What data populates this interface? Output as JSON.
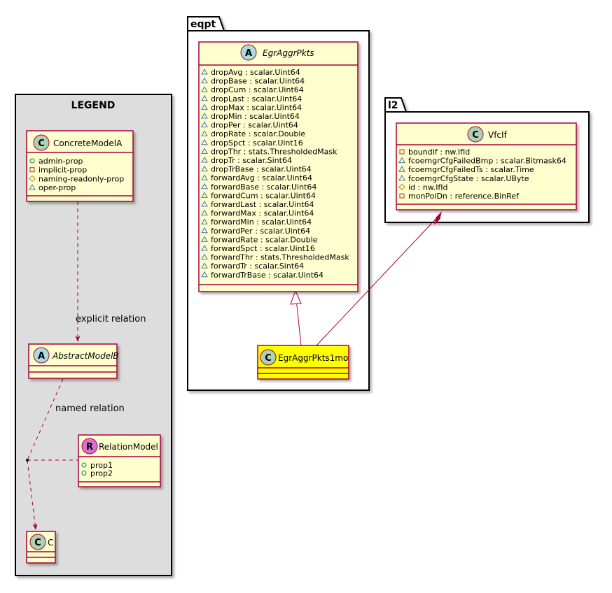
{
  "legend": {
    "title": "LEGEND",
    "concrete": {
      "stereo": "C",
      "name": "ConcreteModelA",
      "attrs": [
        {
          "vis": "public",
          "text": "admin-prop"
        },
        {
          "vis": "private",
          "text": "implicit-prop"
        },
        {
          "vis": "protected",
          "text": "naming-readonly-prop"
        },
        {
          "vis": "package",
          "text": "oper-prop"
        }
      ]
    },
    "explicit_label": "explicit relation",
    "abstract": {
      "stereo": "A",
      "name": "AbstractModelB"
    },
    "named_label": "named relation",
    "relation": {
      "stereo": "R",
      "name": "RelationModel",
      "attrs": [
        {
          "vis": "public",
          "text": "prop1"
        },
        {
          "vis": "public",
          "text": "prop2"
        }
      ]
    },
    "c": {
      "stereo": "C",
      "name": "C"
    }
  },
  "eqpt": {
    "title": "eqpt",
    "egr": {
      "stereo": "A",
      "name": "EgrAggrPkts",
      "attrs": [
        {
          "vis": "package",
          "text": "dropAvg : scalar.Uint64"
        },
        {
          "vis": "package",
          "text": "dropBase : scalar.Uint64"
        },
        {
          "vis": "package",
          "text": "dropCum : scalar.Uint64"
        },
        {
          "vis": "package",
          "text": "dropLast : scalar.Uint64"
        },
        {
          "vis": "package",
          "text": "dropMax : scalar.Uint64"
        },
        {
          "vis": "package",
          "text": "dropMin : scalar.Uint64"
        },
        {
          "vis": "package",
          "text": "dropPer : scalar.Uint64"
        },
        {
          "vis": "package",
          "text": "dropRate : scalar.Double"
        },
        {
          "vis": "package",
          "text": "dropSpct : scalar.Uint16"
        },
        {
          "vis": "package",
          "text": "dropThr : stats.ThresholdedMask"
        },
        {
          "vis": "package",
          "text": "dropTr : scalar.Sint64"
        },
        {
          "vis": "package",
          "text": "dropTrBase : scalar.Uint64"
        },
        {
          "vis": "package",
          "text": "forwardAvg : scalar.Uint64"
        },
        {
          "vis": "package",
          "text": "forwardBase : scalar.Uint64"
        },
        {
          "vis": "package",
          "text": "forwardCum : scalar.Uint64"
        },
        {
          "vis": "package",
          "text": "forwardLast : scalar.Uint64"
        },
        {
          "vis": "package",
          "text": "forwardMax : scalar.Uint64"
        },
        {
          "vis": "package",
          "text": "forwardMin : scalar.Uint64"
        },
        {
          "vis": "package",
          "text": "forwardPer : scalar.Uint64"
        },
        {
          "vis": "package",
          "text": "forwardRate : scalar.Double"
        },
        {
          "vis": "package",
          "text": "forwardSpct : scalar.Uint16"
        },
        {
          "vis": "package",
          "text": "forwardThr : stats.ThresholdedMask"
        },
        {
          "vis": "package",
          "text": "forwardTr : scalar.Sint64"
        },
        {
          "vis": "package",
          "text": "forwardTrBase : scalar.Uint64"
        }
      ]
    },
    "mo": {
      "stereo": "C",
      "name": "EgrAggrPkts1mo"
    }
  },
  "l2": {
    "title": "l2",
    "vfcif": {
      "stereo": "C",
      "name": "VfcIf",
      "attrs": [
        {
          "vis": "private",
          "text": "boundIf : nw.IfId"
        },
        {
          "vis": "package",
          "text": "fcoemgrCfgFailedBmp : scalar.Bitmask64"
        },
        {
          "vis": "package",
          "text": "fcoemgrCfgFailedTs : scalar.Time"
        },
        {
          "vis": "package",
          "text": "fcoemgrCfgState : scalar.UByte"
        },
        {
          "vis": "protected",
          "text": "id : nw.IfId"
        },
        {
          "vis": "private",
          "text": "monPolDn : reference.BinRef"
        }
      ]
    }
  },
  "colors": {
    "class_fill": "#FEFECE",
    "class_border": "#A80036",
    "highlight_fill": "#FFFF00",
    "legend_bg": "#DDDDDD",
    "stereo_c": "#ADD1B2",
    "stereo_a": "#A9DCDF",
    "stereo_r": "#DA70D6"
  }
}
